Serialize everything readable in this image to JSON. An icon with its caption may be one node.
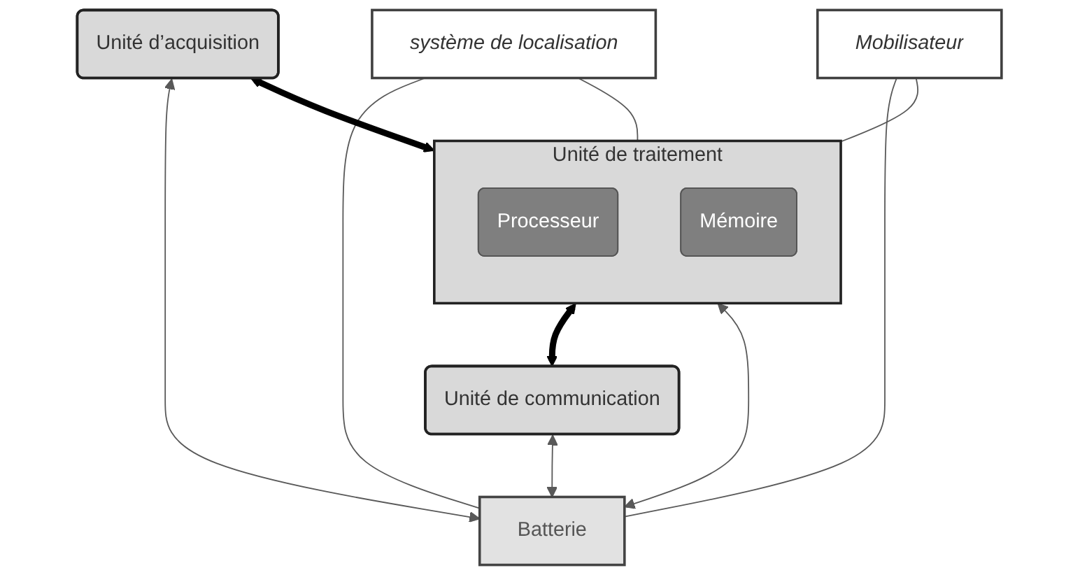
{
  "diagram": {
    "nodes": [
      {
        "text": [
          "système de localisation"
        ]
      },
      {
        "text": [
          "Mobilisateur"
        ]
      },
      {
        "text": [
          "Unité d’acquisition"
        ]
      },
      {
        "text": [
          "Unité de traitement"
        ]
      },
      {
        "text": [
          "Processeur"
        ],
        "in": 3
      },
      {
        "text": [
          "Mémoire"
        ],
        "in": 3
      },
      {
        "text": [
          "Unité de communication"
        ]
      },
      {
        "text": [
          "Batterie"
        ]
      }
    ],
    "edges": [
      {
        "from": 2,
        "to": 3,
        "arrow": "both",
        "style": "thick",
        "color": "#000000"
      },
      {
        "from": 3,
        "to": 6,
        "arrow": "both",
        "style": "thick",
        "color": "#000000"
      },
      {
        "from": 2,
        "to": 7,
        "arrow": "both"
      },
      {
        "from": 3,
        "to": 7,
        "arrow": "both"
      },
      {
        "from": 6,
        "to": 7,
        "arrow": "both"
      },
      {
        "from": 0,
        "to": 3,
        "arrow": "none"
      },
      {
        "from": 0,
        "to": 7,
        "arrow": "none"
      },
      {
        "from": 1,
        "to": 3,
        "arrow": "none"
      },
      {
        "from": 1,
        "to": 7,
        "arrow": "none"
      }
    ]
  }
}
